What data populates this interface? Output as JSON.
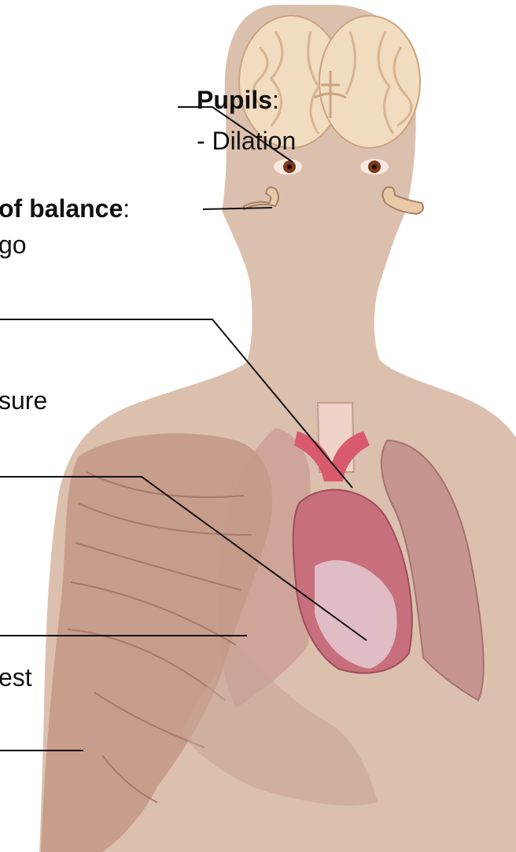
{
  "labels": {
    "pupils": {
      "title": "Pupils",
      "colon": ":",
      "detail": "- Dilation"
    },
    "balance": {
      "title": "of balance",
      "colon": ":",
      "detail": "go"
    },
    "heart": {
      "detail": "sure"
    },
    "chest": {
      "detail": "est"
    }
  },
  "colors": {
    "skin": "#dcc0ae",
    "brain": "#f1dcc0",
    "muscle": "#c49a88",
    "lung": "#c7958f",
    "heart": "#c76f7c",
    "vessel": "#d85a6b",
    "leader": "#111111"
  }
}
